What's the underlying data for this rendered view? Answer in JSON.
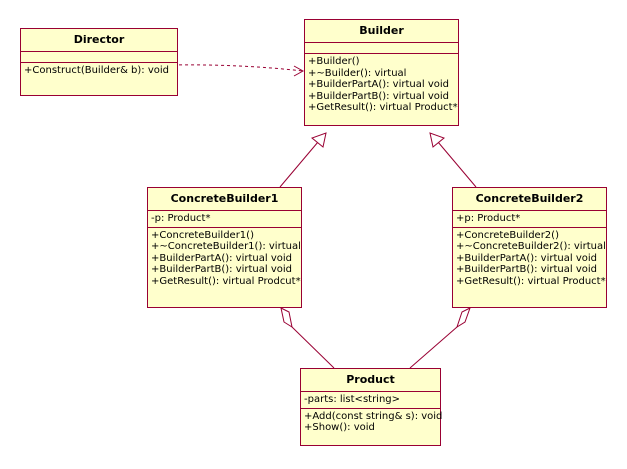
{
  "colors": {
    "fill": "#ffffcc",
    "border": "#990033",
    "text": "#000000"
  },
  "classes": {
    "director": {
      "name": "Director",
      "attributes": [],
      "operations": [
        "+Construct(Builder& b): void"
      ]
    },
    "builder": {
      "name": "Builder",
      "attributes": [],
      "operations": [
        "+Builder()",
        "+~Builder(): virtual",
        "+BuilderPartA(): virtual void",
        "+BuilderPartB(): virtual void",
        "+GetResult(): virtual Product*"
      ]
    },
    "concretebuilder1": {
      "name": "ConcreteBuilder1",
      "attributes": [
        "-p: Product*"
      ],
      "operations": [
        "+ConcreteBuilder1()",
        "+~ConcreteBuilder1(): virtual",
        "+BuilderPartA(): virtual void",
        "+BuilderPartB(): virtual void",
        "+GetResult(): virtual Prodcut*"
      ]
    },
    "concretebuilder2": {
      "name": "ConcreteBuilder2",
      "attributes": [
        "+p: Product*"
      ],
      "operations": [
        "+ConcreteBuilder2()",
        "+~ConcreteBuilder2(): virtual",
        "+BuilderPartA(): virtual void",
        "+BuilderPartB(): virtual void",
        "+GetResult(): virtual Product*"
      ]
    },
    "product": {
      "name": "Product",
      "attributes": [
        "-parts: list<string>"
      ],
      "operations": [
        "+Add(const string& s): void",
        "+Show(): void"
      ]
    }
  }
}
